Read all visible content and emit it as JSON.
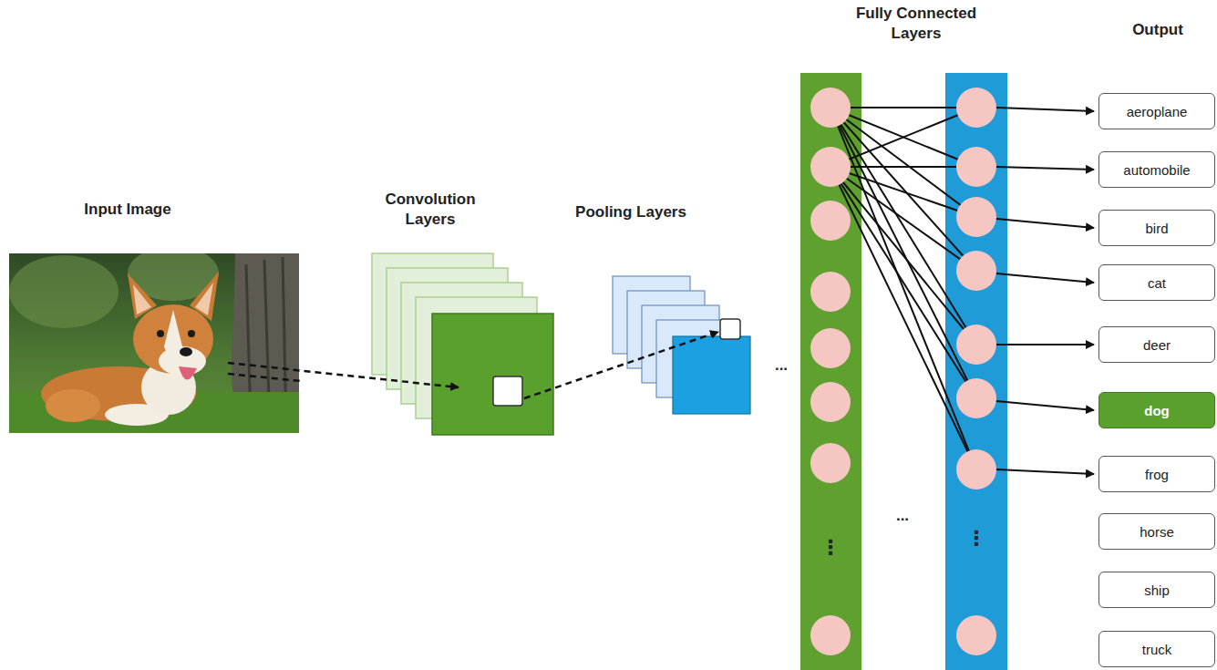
{
  "diagram": {
    "nodes": [
      {
        "text": [
          "aeroplane"
        ]
      },
      {
        "text": [
          "automobile"
        ]
      },
      {
        "text": [
          "bird"
        ]
      },
      {
        "text": [
          "cat"
        ]
      },
      {
        "text": [
          "deer"
        ]
      },
      {
        "text": [
          "dog"
        ]
      },
      {
        "text": [
          "frog"
        ]
      },
      {
        "text": [
          "horse"
        ]
      },
      {
        "text": [
          "ship"
        ]
      },
      {
        "text": [
          "truck"
        ]
      }
    ],
    "labels": [
      "Input Image",
      "Convolution Layers",
      "Pooling Layers",
      "Fully Connected Layers",
      "Output",
      "...",
      "...",
      "⋮",
      "⋮"
    ]
  }
}
